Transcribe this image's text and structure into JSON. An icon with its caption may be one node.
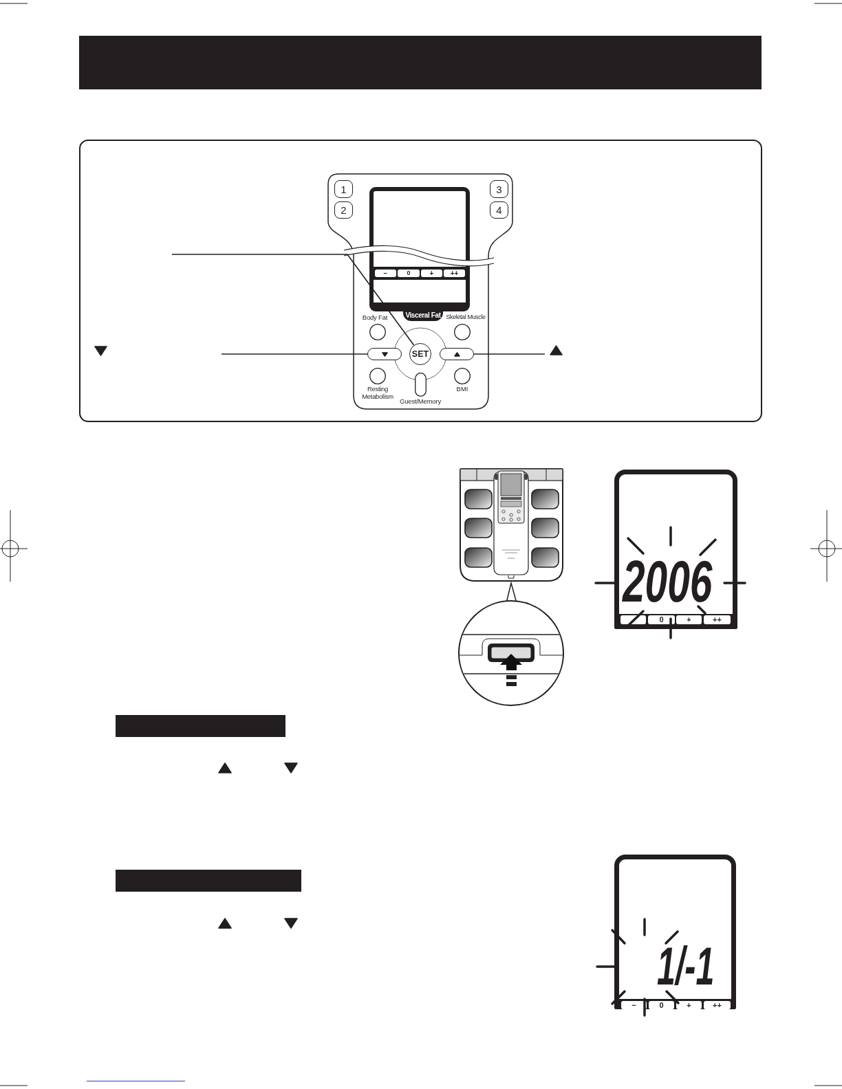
{
  "diagram": {
    "nodes": [
      {
        "text": [],
        "shape": "bar"
      },
      {
        "text": [
          "1"
        ]
      },
      {
        "text": [
          "2"
        ]
      },
      {
        "text": [
          "3"
        ]
      },
      {
        "text": [
          "4"
        ]
      },
      {
        "text": [],
        "shape": "box"
      },
      {
        "text": [
          "−"
        ],
        "in": 5
      },
      {
        "text": [
          "0"
        ],
        "in": 5
      },
      {
        "text": [
          "+"
        ],
        "in": 5
      },
      {
        "text": [
          "++"
        ],
        "in": 5
      },
      {
        "text": [
          "Visceral Fat"
        ]
      },
      {
        "text": [
          "Body Fat"
        ]
      },
      {
        "text": [
          "Skeletal Muscle"
        ]
      },
      {
        "text": [],
        "shape": "box"
      },
      {
        "text": [
          "SET"
        ]
      },
      {
        "text": [],
        "shape": "box"
      },
      {
        "text": [
          "Resting Metabolism"
        ]
      },
      {
        "text": [
          "Guest/Memory"
        ]
      },
      {
        "text": [
          "BMI"
        ]
      },
      {
        "text": [
          "2006"
        ]
      },
      {
        "text": [],
        "shape": "box",
        "in": 19
      },
      {
        "text": [
          "0"
        ],
        "in": 19
      },
      {
        "text": [
          "+"
        ],
        "in": 19
      },
      {
        "text": [
          "++"
        ],
        "in": 19
      },
      {
        "text": [],
        "shape": "bar"
      },
      {
        "text": [],
        "shape": "bar"
      },
      {
        "text": [
          "1/-1"
        ]
      },
      {
        "text": [
          "−"
        ],
        "in": 26
      },
      {
        "text": [
          "0"
        ],
        "in": 26
      },
      {
        "text": [
          "+"
        ],
        "in": 26
      },
      {
        "text": [
          "++"
        ],
        "in": 26
      }
    ],
    "edges": [
      {
        "from": null,
        "to": 14,
        "arrow": "none"
      },
      {
        "from": null,
        "to": 13,
        "arrow": "none"
      },
      {
        "from": null,
        "to": 15,
        "arrow": "none"
      }
    ]
  }
}
